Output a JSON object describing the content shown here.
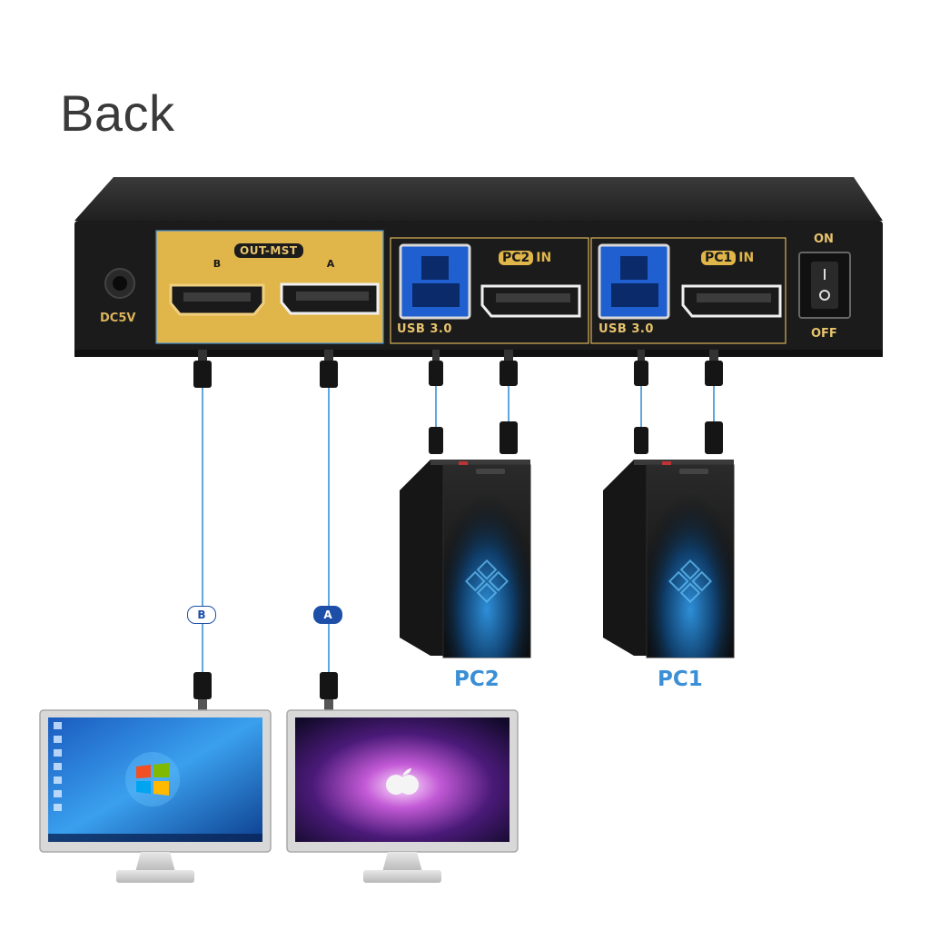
{
  "title": "Back",
  "device": {
    "power_label": "DC5V",
    "output_group_label": "OUT-MST",
    "output_port_b": "B",
    "output_port_a": "A",
    "pc2_usb_label": "USB 3.0",
    "pc2_in_box": "PC2",
    "pc2_in_suffix": "IN",
    "pc1_usb_label": "USB 3.0",
    "pc1_in_box": "PC1",
    "pc1_in_suffix": "IN",
    "switch_on": "ON",
    "switch_off": "OFF"
  },
  "cables": {
    "marker_b": "B",
    "marker_a": "A"
  },
  "computers": [
    {
      "label": "PC2"
    },
    {
      "label": "PC1"
    }
  ],
  "colors": {
    "device_body": "#1c1c1c",
    "output_panel": "#e0b54a",
    "label_gold": "#e7c36d",
    "cable_blue": "#3a8fd6",
    "pc_label_blue": "#3a8fd6",
    "usb_port_blue": "#1f5fd0"
  },
  "icons": [
    "windows-logo-icon",
    "apple-logo-icon",
    "power-switch-icon"
  ]
}
